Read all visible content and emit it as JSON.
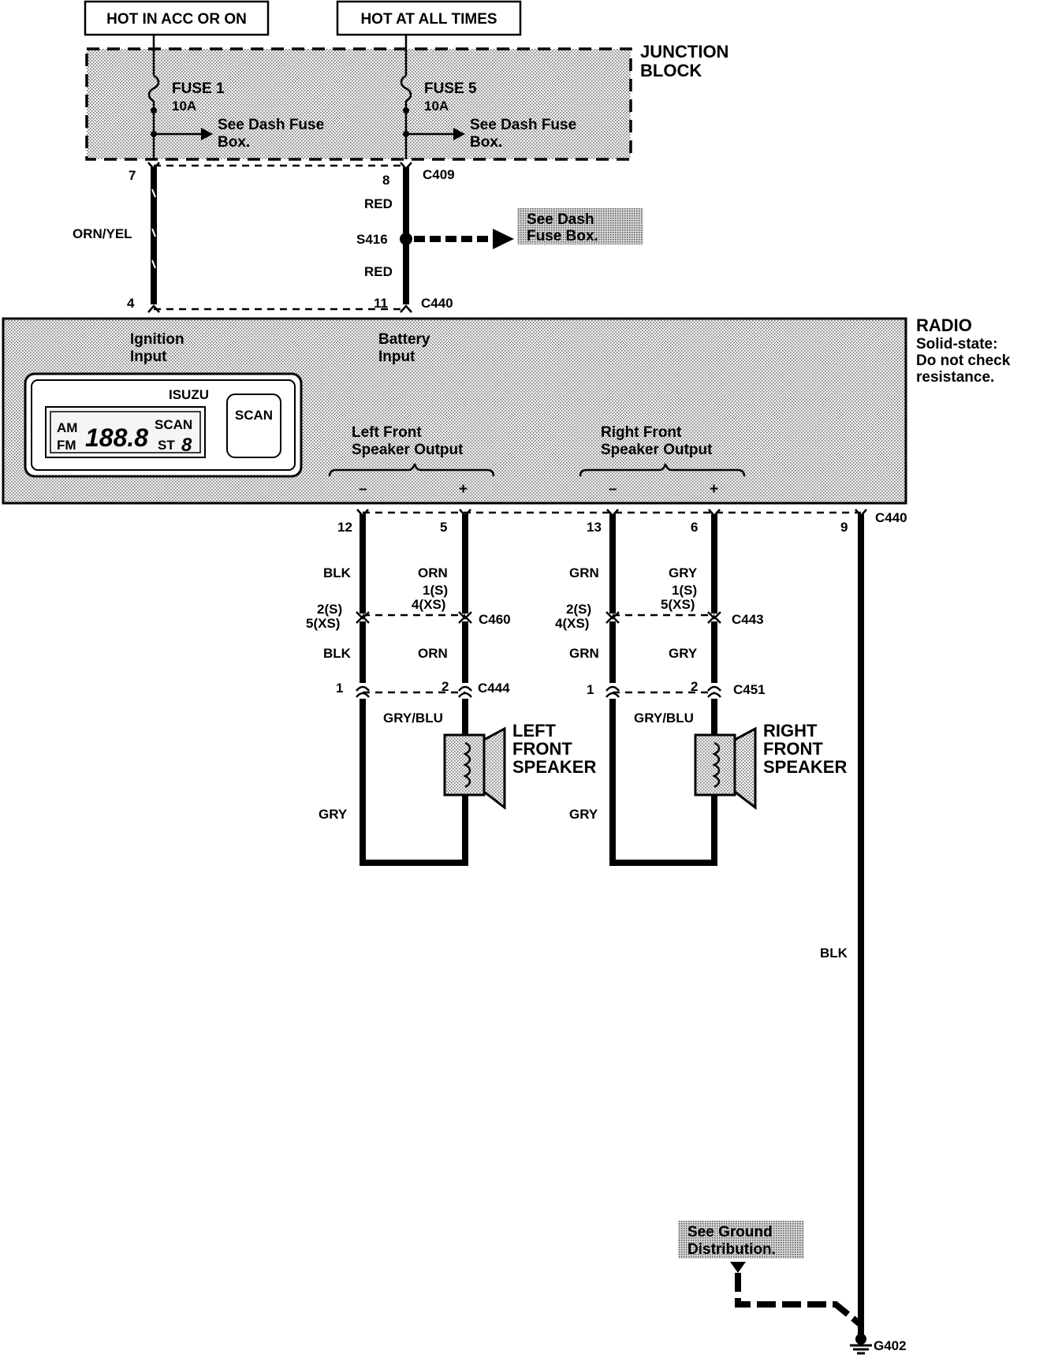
{
  "headers": {
    "hot_acc": "HOT IN ACC OR ON",
    "hot_all": "HOT AT ALL TIMES"
  },
  "junction_block": {
    "title_1": "JUNCTION",
    "title_2": "BLOCK",
    "fuse1": {
      "name": "FUSE 1",
      "rating": "10A",
      "note_1": "See Dash Fuse",
      "note_2": "Box."
    },
    "fuse5": {
      "name": "FUSE 5",
      "rating": "10A",
      "note_1": "See Dash Fuse",
      "note_2": "Box."
    }
  },
  "upper": {
    "pin_7": "7",
    "pin_8": "8",
    "c409": "C409",
    "wire_orn_yel": "ORN/YEL",
    "wire_red_1": "RED",
    "wire_red_2": "RED",
    "s416": "S416",
    "see_dash_1": "See Dash",
    "see_dash_2": "Fuse Box.",
    "pin_4": "4",
    "pin_11": "11",
    "c440": "C440"
  },
  "radio": {
    "title": "RADIO",
    "note_1": "Solid-state:",
    "note_2": "Do not check",
    "note_3": "resistance.",
    "ign_1": "Ignition",
    "ign_2": "Input",
    "bat_1": "Battery",
    "bat_2": "Input",
    "lf_1": "Left Front",
    "lf_2": "Speaker Output",
    "rf_1": "Right Front",
    "rf_2": "Speaker Output",
    "minus": "–",
    "plus": "+",
    "face": {
      "brand": "ISUZU",
      "am": "AM",
      "fm": "FM",
      "freq": "188.8",
      "scan_disp": "SCAN",
      "st": "ST",
      "st_digit": "8",
      "scan_btn": "SCAN"
    }
  },
  "lower": {
    "pin_12": "12",
    "pin_5": "5",
    "pin_13": "13",
    "pin_6": "6",
    "pin_9": "9",
    "c440": "C440",
    "blk": "BLK",
    "orn": "ORN",
    "grn": "GRN",
    "gry": "GRY",
    "s1": "1(S)",
    "xs4": "4(XS)",
    "s2": "2(S)",
    "xs5": "5(XS)",
    "xs4b": "4(XS)",
    "xs5b": "5(XS)",
    "c460": "C460",
    "c443": "C443",
    "blk_b": "BLK",
    "orn_b": "ORN",
    "grn_b": "GRN",
    "gry_b": "GRY",
    "p1": "1",
    "p2": "2",
    "c444": "C444",
    "c451": "C451",
    "gry_blu": "GRY/BLU",
    "lfs_1": "LEFT",
    "lfs_2": "FRONT",
    "lfs_3": "SPEAKER",
    "rfs_1": "RIGHT",
    "rfs_2": "FRONT",
    "rfs_3": "SPEAKER",
    "gry_ret": "GRY",
    "blk_gnd": "BLK",
    "see_gnd_1": "See Ground",
    "see_gnd_2": "Distribution.",
    "g402": "G402"
  }
}
